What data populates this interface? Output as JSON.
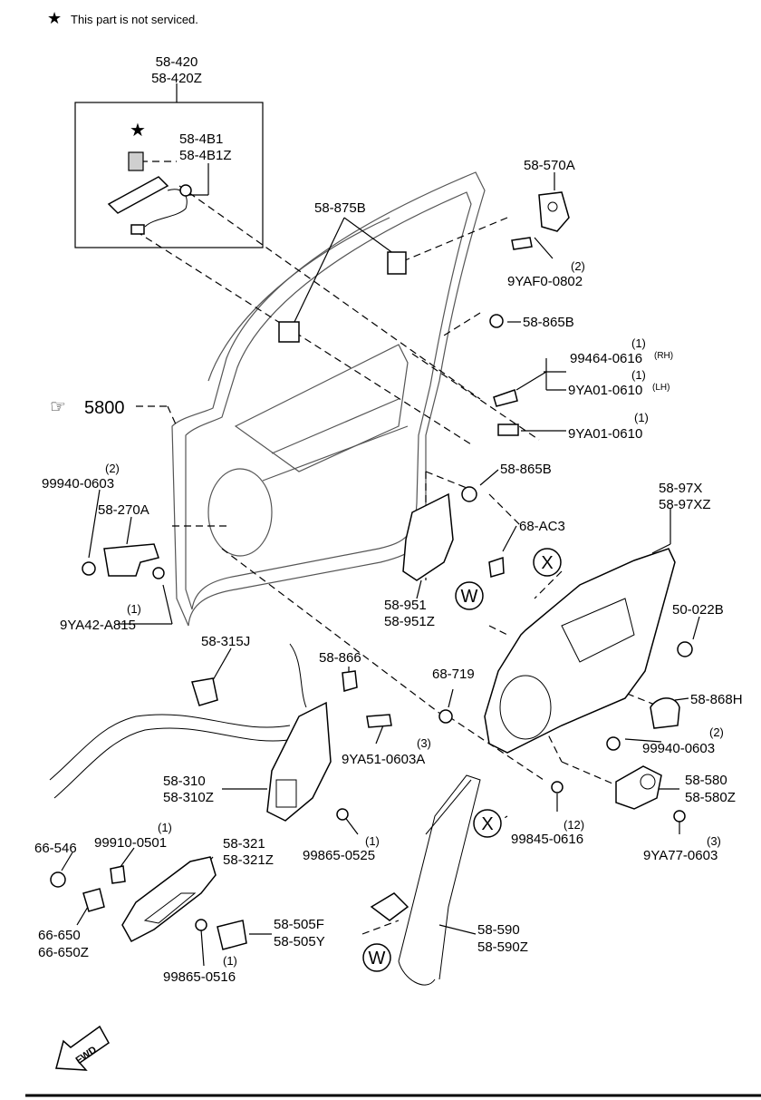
{
  "note": {
    "symbol": "★",
    "text": "This part is not serviced."
  },
  "parts": {
    "p_58_420": [
      "58-420",
      "58-420Z"
    ],
    "p_58_4b1": [
      "58-4B1",
      "58-4B1Z"
    ],
    "p_58_875b": "58-875B",
    "p_58_570a": "58-570A",
    "p_9yaf0": {
      "qty": "(2)",
      "code": "9YAF0-0802"
    },
    "p_58_865b_top": "58-865B",
    "p_99464": {
      "qty": "(1)",
      "code": "99464-0616",
      "side": "(RH)"
    },
    "p_9ya01_lh": {
      "qty": "(1)",
      "code": "9YA01-0610",
      "side": "(LH)"
    },
    "p_9ya01": {
      "qty": "(1)",
      "code": "9YA01-0610"
    },
    "p_5800": "5800",
    "p_99940_left": {
      "qty": "(2)",
      "code": "99940-0603"
    },
    "p_58_270a": "58-270A",
    "p_9ya42": {
      "qty": "(1)",
      "code": "9YA42-A815"
    },
    "p_58_865b_mid": "58-865B",
    "p_68_ac3": "68-AC3",
    "p_58_97x": [
      "58-97X",
      "58-97XZ"
    ],
    "p_50_022b": "50-022B",
    "p_58_951": [
      "58-951",
      "58-951Z"
    ],
    "p_58_315j": "58-315J",
    "p_58_866": "58-866",
    "p_68_719": "68-719",
    "p_58_868h": "58-868H",
    "p_9ya51": {
      "qty": "(3)",
      "code": "9YA51-0603A"
    },
    "p_99940_right": {
      "qty": "(2)",
      "code": "99940-0603"
    },
    "p_58_310": [
      "58-310",
      "58-310Z"
    ],
    "p_58_580": [
      "58-580",
      "58-580Z"
    ],
    "p_99865_0525": {
      "qty": "(1)",
      "code": "99865-0525"
    },
    "p_99845": {
      "qty": "(12)",
      "code": "99845-0616"
    },
    "p_9ya77": {
      "qty": "(3)",
      "code": "9YA77-0603"
    },
    "p_66_546": "66-546",
    "p_99910": {
      "qty": "(1)",
      "code": "99910-0501"
    },
    "p_58_321": [
      "58-321",
      "58-321Z"
    ],
    "p_66_650": [
      "66-650",
      "66-650Z"
    ],
    "p_58_505f": [
      "58-505F",
      "58-505Y"
    ],
    "p_58_590": [
      "58-590",
      "58-590Z"
    ],
    "p_99865_0516": {
      "qty": "(1)",
      "code": "99865-0516"
    }
  },
  "markers": {
    "x": "X",
    "w": "W"
  },
  "fwd": "FWD"
}
